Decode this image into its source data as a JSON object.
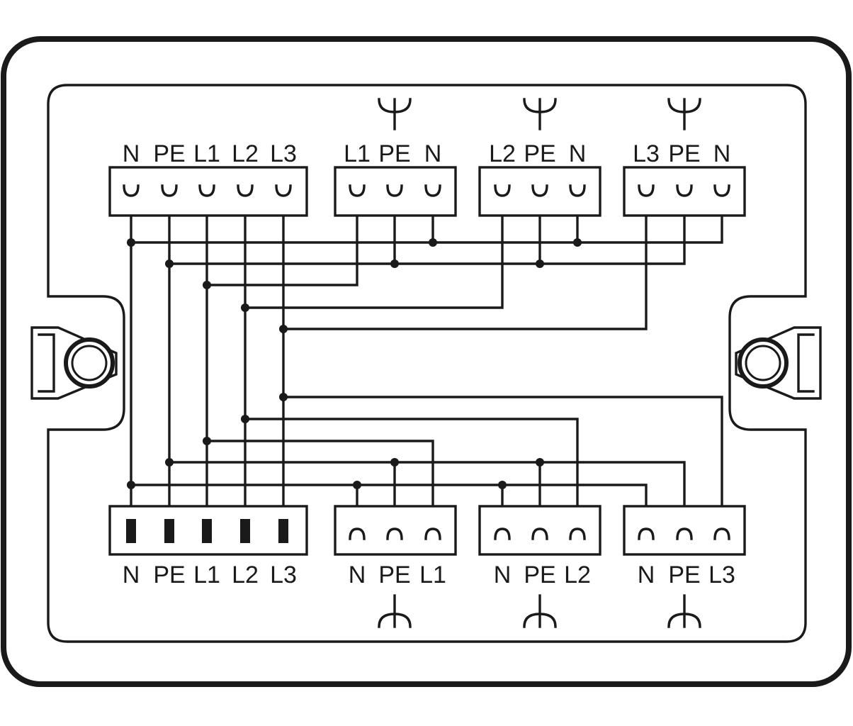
{
  "diagram": {
    "top_connectors": [
      {
        "id": "top-5pole",
        "labels": [
          "N",
          "PE",
          "L1",
          "L2",
          "L3"
        ],
        "gender": "socket",
        "symbol": false
      },
      {
        "id": "top-out-1",
        "labels": [
          "L1",
          "PE",
          "N"
        ],
        "gender": "socket",
        "symbol": true
      },
      {
        "id": "top-out-2",
        "labels": [
          "L2",
          "PE",
          "N"
        ],
        "gender": "socket",
        "symbol": true
      },
      {
        "id": "top-out-3",
        "labels": [
          "L3",
          "PE",
          "N"
        ],
        "gender": "socket",
        "symbol": true
      }
    ],
    "bottom_connectors": [
      {
        "id": "bottom-5pole",
        "labels": [
          "N",
          "PE",
          "L1",
          "L2",
          "L3"
        ],
        "gender": "plug",
        "symbol": false
      },
      {
        "id": "bottom-out-1",
        "labels": [
          "N",
          "PE",
          "L1"
        ],
        "gender": "socket",
        "symbol": true
      },
      {
        "id": "bottom-out-2",
        "labels": [
          "N",
          "PE",
          "L2"
        ],
        "gender": "socket",
        "symbol": true
      },
      {
        "id": "bottom-out-3",
        "labels": [
          "N",
          "PE",
          "L3"
        ],
        "gender": "socket",
        "symbol": true
      }
    ],
    "colors": {
      "line": "#1a1a1a",
      "background": "#ffffff"
    }
  }
}
